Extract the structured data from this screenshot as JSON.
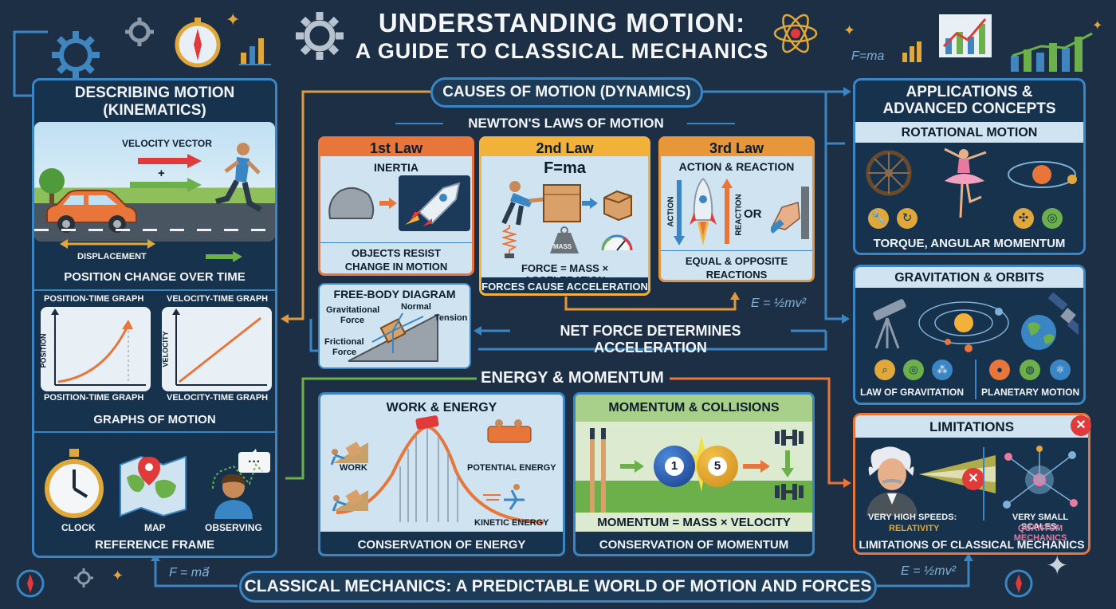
{
  "title": {
    "line1": "UNDERSTANDING MOTION:",
    "line2": "A GUIDE TO CLASSICAL MECHANICS"
  },
  "formulas": {
    "top_right": "F=ma",
    "mid_right": "E = ½mv²",
    "bottom_left": "F = ma⃗",
    "bottom_right": "E = ½mv²"
  },
  "kinematics": {
    "heading_line1": "DESCRIBING MOTION",
    "heading_line2": "(KINEMATICS)",
    "velocity_vector": "VELOCITY VECTOR",
    "plus": "+",
    "displacement": "DISPLACEMENT",
    "position_change": "POSITION CHANGE OVER TIME",
    "graph1_title": "POSITION-TIME GRAPH",
    "graph2_title": "VELOCITY-TIME GRAPH",
    "graph1_axis": "POSITION",
    "graph2_axis": "VELOCITY",
    "graph1_caption": "POSITION-TIME GRAPH",
    "graph2_caption": "VELOCITY-TIME GRAPH",
    "graphs_of_motion": "GRAPHS OF MOTION",
    "clock": "CLOCK",
    "map": "MAP",
    "observing": "OBSERVING",
    "reference_frame": "REFERENCE FRAME"
  },
  "dynamics": {
    "heading": "CAUSES OF MOTION (DYNAMICS)",
    "newtons_laws": "NEWTON'S LAWS OF MOTION",
    "law1": {
      "title": "1st Law",
      "sub": "INERTIA",
      "caption1": "OBJECTS RESIST",
      "caption2": "CHANGE IN MOTION"
    },
    "law2": {
      "title": "2nd Law",
      "sub": "F=ma",
      "mass": "MASS",
      "formula": "FORCE = MASS × ACCELERATION",
      "caption": "FORCES CAUSE ACCELERATION"
    },
    "law3": {
      "title": "3rd Law",
      "sub": "ACTION & REACTION",
      "action": "ACTION",
      "reaction": "REACTION",
      "or": "OR",
      "caption1": "EQUAL & OPPOSITE",
      "caption2": "REACTIONS"
    },
    "fbd": {
      "title": "FREE-BODY DIAGRAM",
      "gravitational1": "Gravitational",
      "gravitational2": "Force",
      "normal": "Normal",
      "tension": "Tension",
      "frictional1": "Frictional",
      "frictional2": "Force"
    },
    "net_force": "NET FORCE DETERMINES ACCELERATION"
  },
  "energy": {
    "heading": "ENERGY & MOMENTUM",
    "work_energy": {
      "title": "WORK & ENERGY",
      "work": "WORK",
      "potential": "POTENTIAL ENERGY",
      "kinetic": "KINETIC ENERGY",
      "caption": "CONSERVATION OF ENERGY"
    },
    "momentum": {
      "title": "MOMENTUM & COLLISIONS",
      "ball1": "1",
      "ball2": "5",
      "formula": "MOMENTUM = MASS × VELOCITY",
      "caption": "CONSERVATION OF MOMENTUM"
    }
  },
  "applications": {
    "heading_line1": "APPLICATIONS &",
    "heading_line2": "ADVANCED CONCEPTS",
    "rotational": "ROTATIONAL MOTION",
    "torque": "TORQUE, ANGULAR MOMENTUM",
    "gravitation": "GRAVITATION & ORBITS",
    "law_gravitation": "LAW OF GRAVITATION",
    "planetary": "PLANETARY MOTION"
  },
  "limitations": {
    "heading": "LIMITATIONS",
    "high_speeds": "VERY HIGH SPEEDS:",
    "relativity": "RELATIVITY",
    "small_scales": "VERY SMALL SCALES:",
    "quantum": "QUANTUM MECHANICS",
    "caption": "LIMITATIONS OF CLASSICAL MECHANICS"
  },
  "footer": "CLASSICAL MECHANICS: A PREDICTABLE WORLD OF MOTION AND FORCES",
  "colors": {
    "background": "#1d2f44",
    "panel_border": "#3a86c4",
    "law1": "#e8763a",
    "law2": "#f2b23a",
    "law3": "#e8963a",
    "work_card": "#cfe4f0",
    "momentum_card": "#dcebd0",
    "limit_border": "#e8763a",
    "close_red": "#e03a3a"
  }
}
